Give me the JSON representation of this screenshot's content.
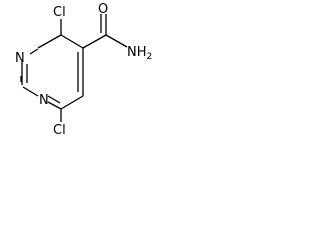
{
  "molecule": {
    "atoms": {
      "cl_top": "Cl",
      "cl_bottom": "Cl",
      "n_upper": "N",
      "n_lower": "N",
      "o": "O",
      "nh2": "NH",
      "nh2_subscript": "2"
    }
  }
}
